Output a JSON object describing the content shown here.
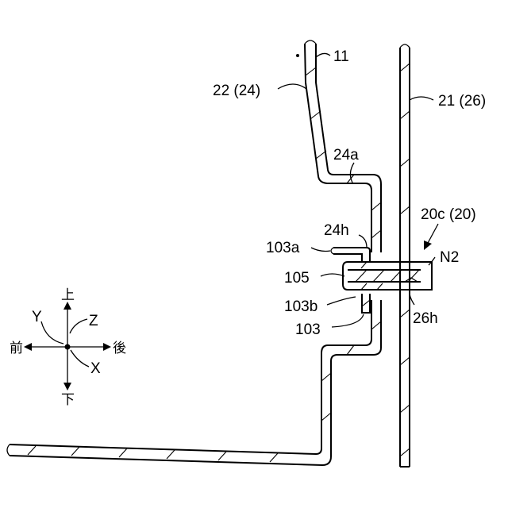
{
  "labels": {
    "l11": "11",
    "l22": "22 (24)",
    "l21": "21 (26)",
    "l24a": "24a",
    "l20c": "20c (20)",
    "l24h": "24h",
    "l103a": "103a",
    "lN2": "N2",
    "l105": "105",
    "l103b": "103b",
    "l26h": "26h",
    "l103": "103"
  },
  "axes": {
    "up": "上",
    "down": "下",
    "front": "前",
    "back": "後",
    "x": "X",
    "y": "Y",
    "z": "Z"
  }
}
